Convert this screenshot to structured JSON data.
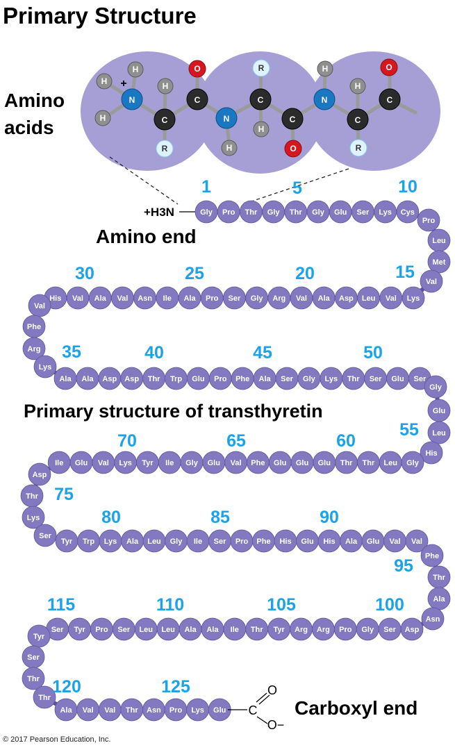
{
  "title": "Primary Structure",
  "amino_acids_label": [
    "Amino",
    "acids"
  ],
  "amino_end_label": "Amino end",
  "n_terminus_label": "+H3N",
  "transthyretin_label": "Primary structure of transthyretin",
  "carboxyl_end_label": "Carboxyl end",
  "carboxyl_atoms": {
    "c": "C",
    "o1": "O",
    "o2": "O−"
  },
  "copyright": "© 2017 Pearson Education, Inc.",
  "molecule_atoms": [
    {
      "id": "h1",
      "label": "H"
    },
    {
      "id": "h2",
      "label": "H"
    },
    {
      "id": "h3",
      "label": "H"
    },
    {
      "id": "n1",
      "label": "N"
    },
    {
      "id": "plus",
      "label": "+"
    },
    {
      "id": "c1",
      "label": "C"
    },
    {
      "id": "h4",
      "label": "H"
    },
    {
      "id": "r1",
      "label": "R"
    },
    {
      "id": "c2",
      "label": "C"
    },
    {
      "id": "o1",
      "label": "O"
    },
    {
      "id": "n2",
      "label": "N"
    },
    {
      "id": "h5",
      "label": "H"
    },
    {
      "id": "c3",
      "label": "C"
    },
    {
      "id": "r2",
      "label": "R"
    },
    {
      "id": "h6",
      "label": "H"
    },
    {
      "id": "c4",
      "label": "C"
    },
    {
      "id": "o2",
      "label": "O"
    },
    {
      "id": "n3",
      "label": "N"
    },
    {
      "id": "h7",
      "label": "H"
    },
    {
      "id": "c5",
      "label": "C"
    },
    {
      "id": "h8",
      "label": "H"
    },
    {
      "id": "r3",
      "label": "R"
    },
    {
      "id": "c6",
      "label": "C"
    },
    {
      "id": "o3",
      "label": "O"
    }
  ],
  "sequence": [
    "Gly",
    "Pro",
    "Thr",
    "Gly",
    "Thr",
    "Gly",
    "Glu",
    "Ser",
    "Lys",
    "Cys",
    "Pro",
    "Leu",
    "Met",
    "Val",
    "Lys",
    "Val",
    "Leu",
    "Asp",
    "Ala",
    "Val",
    "Arg",
    "Gly",
    "Ser",
    "Pro",
    "Ala",
    "Ile",
    "Asn",
    "Val",
    "Ala",
    "Val",
    "His",
    "Val",
    "Phe",
    "Arg",
    "Lys",
    "Ala",
    "Ala",
    "Asp",
    "Asp",
    "Thr",
    "Trp",
    "Glu",
    "Pro",
    "Phe",
    "Ala",
    "Ser",
    "Gly",
    "Lys",
    "Thr",
    "Ser",
    "Glu",
    "Ser",
    "Gly",
    "Glu",
    "Leu",
    "His",
    "Gly",
    "Leu",
    "Thr",
    "Thr",
    "Glu",
    "Glu",
    "Glu",
    "Phe",
    "Val",
    "Glu",
    "Gly",
    "Ile",
    "Tyr",
    "Lys",
    "Val",
    "Glu",
    "Ile",
    "Asp",
    "Thr",
    "Lys",
    "Ser",
    "Tyr",
    "Trp",
    "Lys",
    "Ala",
    "Leu",
    "Gly",
    "Ile",
    "Ser",
    "Pro",
    "Phe",
    "His",
    "Glu",
    "His",
    "Ala",
    "Glu",
    "Val",
    "Val",
    "Phe",
    "Thr",
    "Ala",
    "Asn",
    "Asp",
    "Ser",
    "Gly",
    "Pro",
    "Arg",
    "Arg",
    "Tyr",
    "Thr",
    "Ile",
    "Ala",
    "Ala",
    "Leu",
    "Leu",
    "Ser",
    "Pro",
    "Tyr",
    "Ser",
    "Tyr",
    "Ser",
    "Thr",
    "Thr",
    "Ala",
    "Val",
    "Val",
    "Thr",
    "Asn",
    "Pro",
    "Lys",
    "Glu"
  ],
  "position_numbers": [
    "1",
    "5",
    "10",
    "15",
    "20",
    "25",
    "30",
    "35",
    "40",
    "45",
    "50",
    "55",
    "60",
    "65",
    "70",
    "75",
    "80",
    "85",
    "90",
    "95",
    "100",
    "105",
    "110",
    "115",
    "120",
    "125"
  ],
  "colors": {
    "bead": "#8279c0",
    "bead_stroke": "#5d559a",
    "blob": "#a59fd6",
    "number": "#1aa3e8"
  }
}
